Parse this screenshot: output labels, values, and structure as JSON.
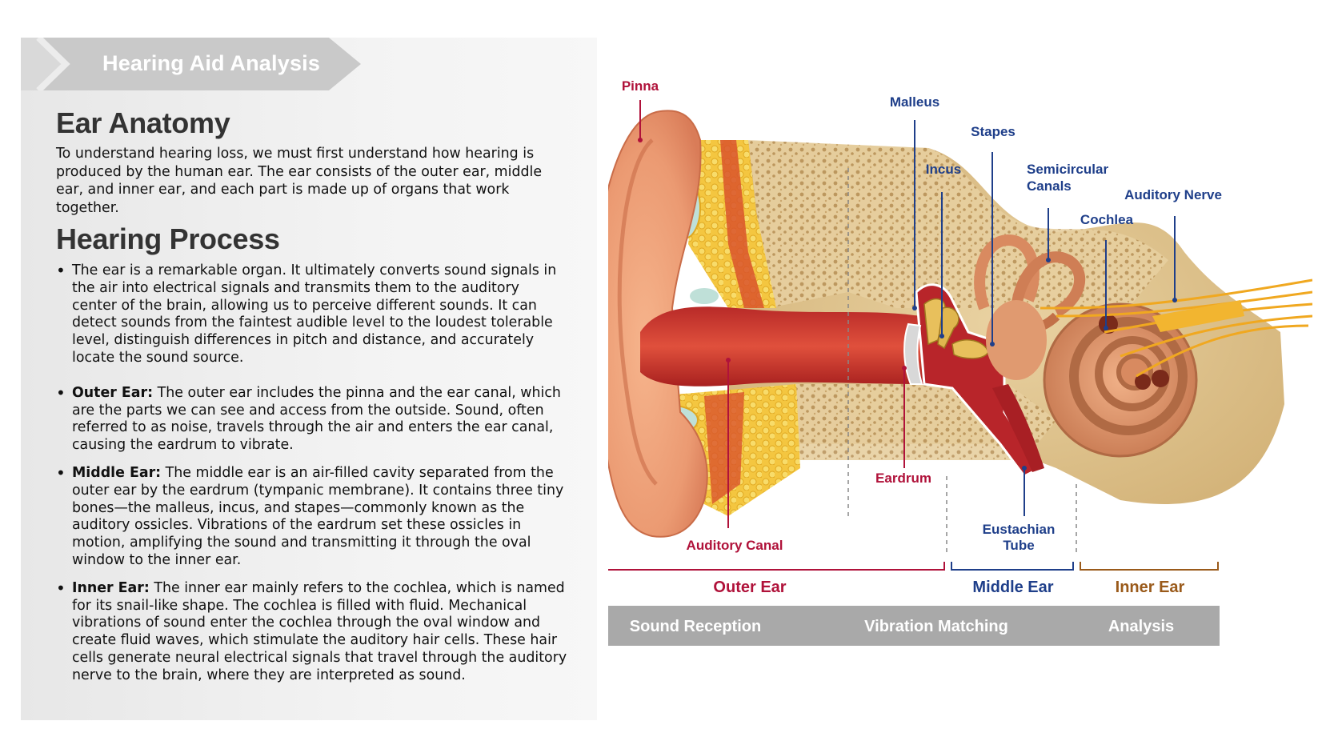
{
  "header": {
    "title": "Hearing Aid Analysis"
  },
  "anatomy": {
    "heading": "Ear Anatomy",
    "text": "To understand hearing loss, we must first understand how hearing is produced by the human ear. The ear consists of the outer ear, middle ear, and inner ear, and each part is made up of organs that work together."
  },
  "process": {
    "heading": "Hearing Process",
    "intro": "The ear is a remarkable organ. It ultimately converts sound signals in the air into electrical signals and transmits them to the auditory center of the brain, allowing us to perceive different sounds. It can detect sounds from the faintest audible level to the loudest tolerable level, distinguish differences in pitch and distance, and accurately locate the sound source.",
    "outer_term": "Outer Ear:",
    "outer_text": " The outer ear includes the pinna and the ear canal, which are the parts we can see and access from the outside. Sound, often referred to as noise, travels through the air and enters the ear canal, causing the eardrum to vibrate.",
    "middle_term": "Middle Ear:",
    "middle_text": " The middle ear is an air-filled cavity separated from the outer ear by the eardrum (tympanic membrane). It contains three tiny bones—the malleus, incus, and stapes—commonly known as the auditory ossicles. Vibrations of the eardrum set these ossicles in motion, amplifying the sound and transmitting it through the oval window to the inner ear.",
    "inner_term": "Inner Ear:",
    "inner_text": " The inner ear mainly refers to the cochlea, which is named for its snail-like shape. The cochlea is filled with fluid. Mechanical vibrations of sound enter the cochlea through the oval window and create fluid waves, which stimulate the auditory hair cells. These hair cells generate neural electrical signals that travel through the auditory nerve to the brain, where they are interpreted as sound."
  },
  "diagram": {
    "labels": {
      "pinna": "Pinna",
      "malleus": "Malleus",
      "stapes": "Stapes",
      "incus": "Incus",
      "semicircular_1": "Semicircular",
      "semicircular_2": "Canals",
      "auditory_nerve": "Auditory Nerve",
      "cochlea": "Cochlea",
      "eardrum": "Eardrum",
      "eustachian_1": "Eustachian",
      "eustachian_2": "Tube",
      "auditory_canal": "Auditory Canal"
    },
    "sections": {
      "outer": "Outer Ear",
      "middle": "Middle Ear",
      "inner": "Inner Ear"
    },
    "steps": {
      "reception": "Sound Reception",
      "matching": "Vibration Matching",
      "analysis": "Analysis"
    },
    "colors": {
      "outer": "#b0123a",
      "middle": "#1f3f8a",
      "inner": "#9a5a1a",
      "step_bar": "#a9a9a9"
    }
  }
}
